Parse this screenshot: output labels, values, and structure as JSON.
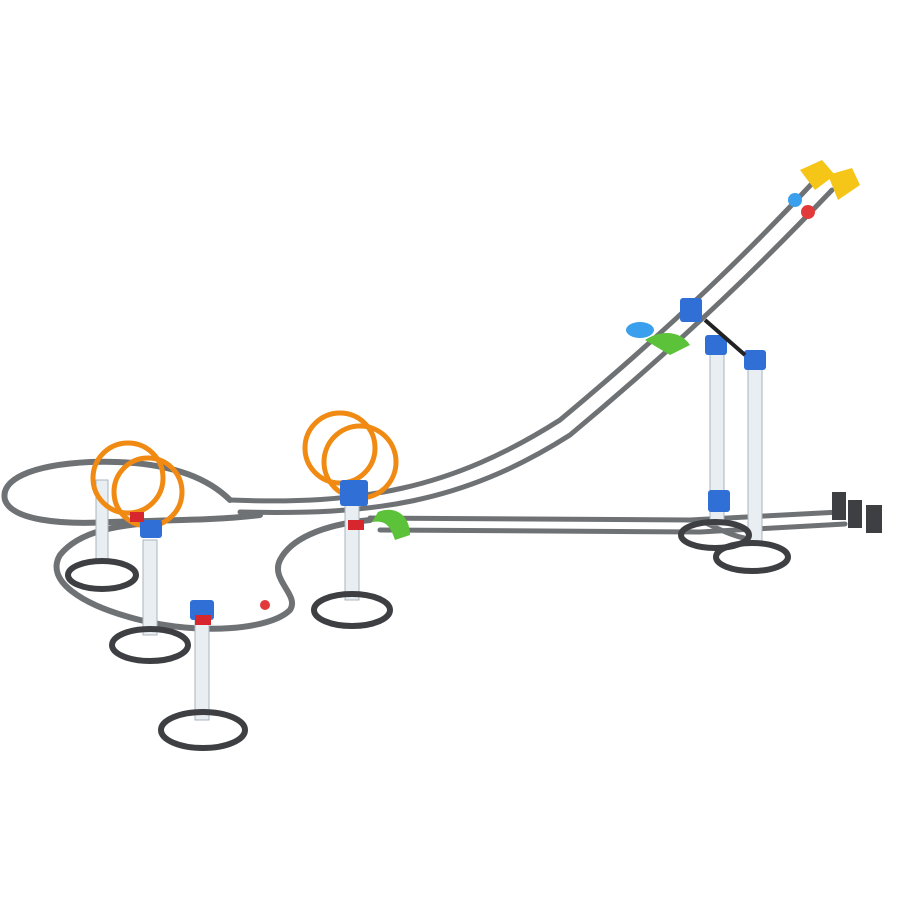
{
  "scene": {
    "subject": "marble-roller-coaster-toy",
    "background_color": "#ffffff",
    "colors": {
      "track": "#6f7275",
      "track_dark": "#4a4d50",
      "stand_base": "#3d3f42",
      "pillar": "#e9eef3",
      "connector_blue": "#2f6fd6",
      "connector_red": "#d8262e",
      "loop_orange": "#f08a12",
      "green_piece": "#5cc23a",
      "yellow_car": "#f5c518",
      "ball_blue": "#3aa0ee",
      "ball_red": "#e23a3a"
    },
    "components": {
      "loops": 4,
      "stands": 6,
      "cars": 2
    }
  }
}
